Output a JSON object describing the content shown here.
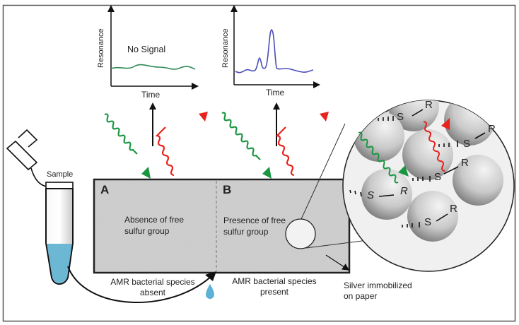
{
  "figure": {
    "sample_label": "Sample",
    "graphs": [
      {
        "id": "no-signal",
        "y_label": "Resonance",
        "x_label": "Time",
        "annotation": "No Signal",
        "line_color": "#2e8b57",
        "signal": "flat"
      },
      {
        "id": "signal",
        "y_label": "Resonance",
        "x_label": "Time",
        "annotation": "",
        "line_color": "#4a4fb8",
        "signal": "peaks"
      }
    ],
    "paper": {
      "section_a": {
        "letter": "A",
        "text_line1": "Absence of free",
        "text_line2": "sulfur group",
        "caption_line1": "AMR bacterial species",
        "caption_line2": "absent"
      },
      "section_b": {
        "letter": "B",
        "text_line1": "Presence of free",
        "text_line2": "sulfur group",
        "caption_line1": "AMR bacterial species",
        "caption_line2": "present"
      }
    },
    "silver_label_line1": "Silver immobilized",
    "silver_label_line2": "on paper",
    "magnified_view": {
      "thiol_labels": [
        {
          "s": "S",
          "r": "R"
        },
        {
          "s": "S",
          "r": "R"
        },
        {
          "s": "S",
          "r": "R"
        },
        {
          "s": "S",
          "r": "R"
        },
        {
          "s": "S",
          "r": "R"
        }
      ]
    },
    "colors": {
      "incident_light": "#1a9641",
      "scattered_light": "#e8221c",
      "liquid": "#6bb7d4",
      "paper": "#d6d6d6",
      "no_signal_line": "#2e8b57",
      "signal_line": "#4a4fb8"
    }
  }
}
